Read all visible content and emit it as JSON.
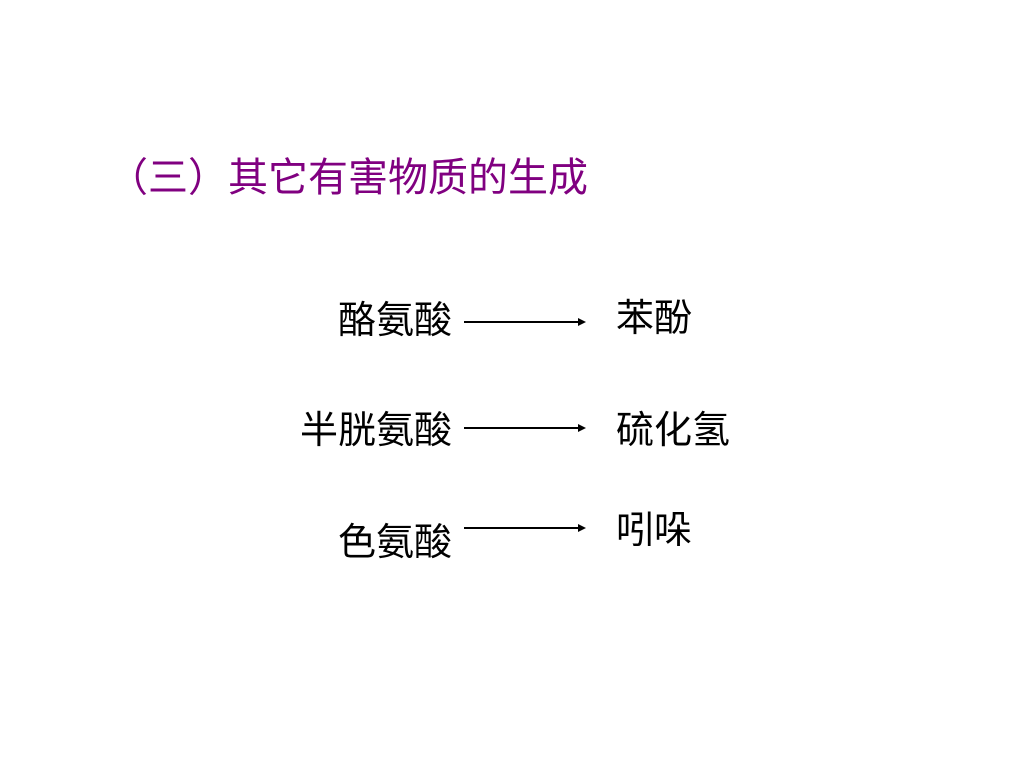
{
  "slide": {
    "title": "（三）其它有害物质的生成",
    "reactions": [
      {
        "reactant": "酪氨酸",
        "product": "苯酚"
      },
      {
        "reactant": "半胱氨酸",
        "product": "硫化氢"
      },
      {
        "reactant": "色氨酸",
        "product": "吲哚"
      }
    ]
  },
  "colors": {
    "title": "#800080",
    "text": "#000000",
    "background": "#ffffff"
  }
}
